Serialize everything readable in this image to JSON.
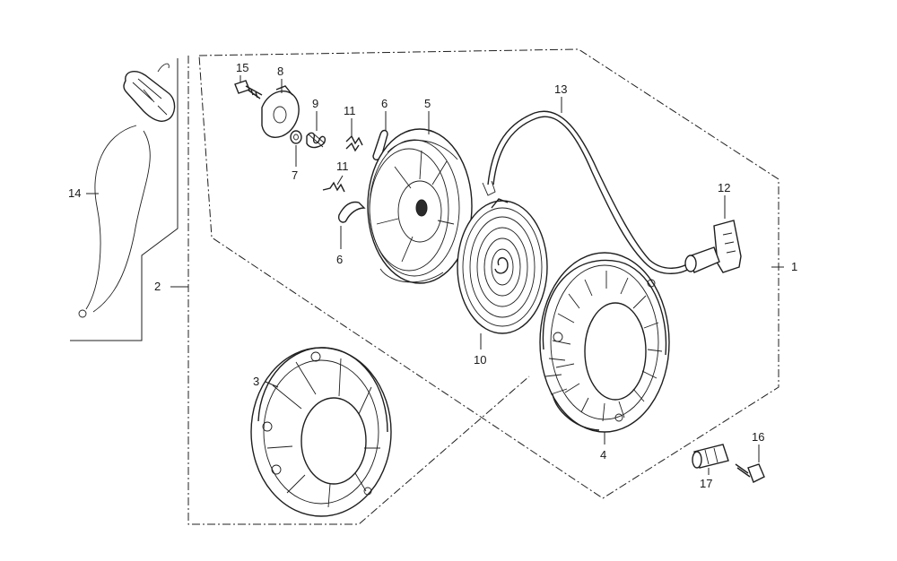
{
  "labels": {
    "p1": "1",
    "p2": "2",
    "p3": "3",
    "p4": "4",
    "p5": "5",
    "p6a": "6",
    "p6b": "6",
    "p7": "7",
    "p8": "8",
    "p9": "9",
    "p10": "10",
    "p11a": "11",
    "p11b": "11",
    "p12": "12",
    "p13": "13",
    "p14": "14",
    "p15": "15",
    "p16": "16",
    "p17": "17"
  }
}
